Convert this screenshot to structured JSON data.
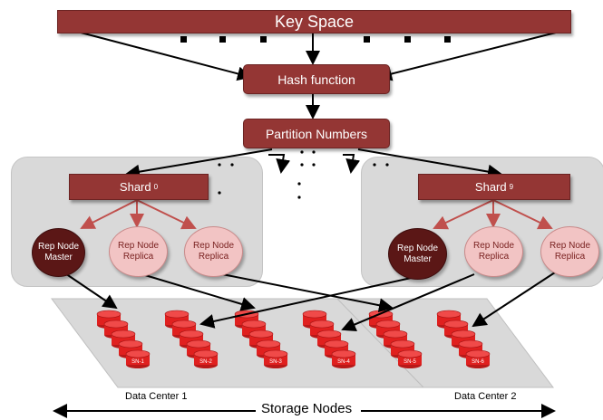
{
  "title": "Key Space",
  "hash_label": "Hash function",
  "partition_label": "Partition Numbers",
  "shard_left": {
    "name": "Shard",
    "index": "0"
  },
  "shard_right": {
    "name": "Shard",
    "index": "9"
  },
  "rep_node_master": [
    "Rep Node",
    "Master"
  ],
  "rep_node_replica": [
    "Rep Node",
    "Replica"
  ],
  "datacenters": [
    "Data Center 1",
    "Data Center 2"
  ],
  "sn_labels": [
    "SN-1",
    "SN-2",
    "SN-3",
    "SN-4",
    "SN-5",
    "SN-6"
  ],
  "footer": "Storage Nodes",
  "colors": {
    "box": "#943634",
    "master": "#5b1716",
    "replica": "#f2c4c4",
    "cyl": "#e0201f",
    "panel": "#d9d9d9"
  }
}
